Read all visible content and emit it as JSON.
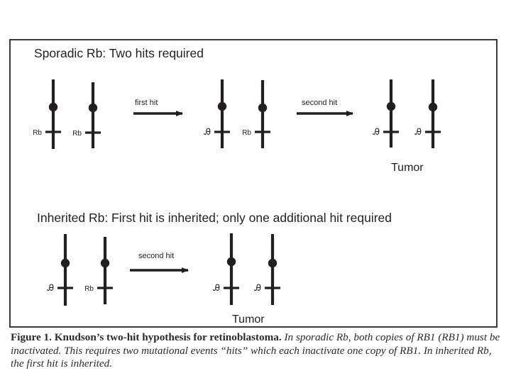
{
  "sporadic": {
    "title": "Sporadic Rb:  Two hits required",
    "gene_label": "Rb",
    "first_hit_label": "first hit",
    "second_hit_label": "second hit",
    "tumor_label": "Tumor"
  },
  "inherited": {
    "title": "Inherited Rb:  First hit is inherited; only one additional hit required",
    "gene_label": "Rb",
    "second_hit_label": "second hit",
    "tumor_label": "Tumor"
  },
  "mutated_marker": "Ꭿ",
  "caption": {
    "bold": "Figure 1. Knudson’s two-hit hypothesis for retinoblastoma.",
    "italic": " In sporadic Rb, both copies of RB1 (RB1) must be inactivated. This requires two mutational events “hits” which each inactivate one copy of RB1. In inherited Rb, the first hit is inherited."
  },
  "colors": {
    "ink": "#231f20",
    "frame": "#3a3a3a"
  }
}
